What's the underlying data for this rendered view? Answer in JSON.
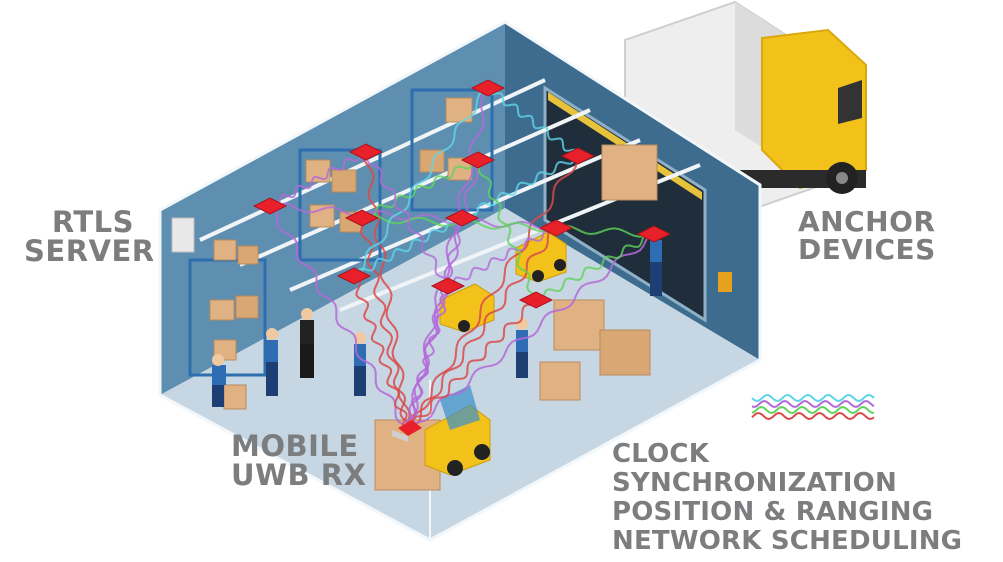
{
  "labels": {
    "rtls_server": [
      "RTLS",
      "SERVER"
    ],
    "anchor_devices": [
      "ANCHOR",
      "DEVICES"
    ],
    "mobile_uwb_rx": [
      "MOBILE",
      "UWB RX"
    ]
  },
  "legend": {
    "items": [
      {
        "text": "CLOCK SYNCHRONIZATION",
        "color": "#5fd6e8"
      },
      {
        "text": "POSITION & RANGING",
        "color": "#b36ad8"
      },
      {
        "text": "NETWORK SCHEDULING",
        "color": "#5fd35a"
      }
    ],
    "extra_wave_color": "#d94a4a"
  },
  "colors": {
    "floor": "#c6d6e2",
    "wall": "#5f8fb0",
    "wall_dark": "#3d6c8f",
    "outline": "#f2f7fb",
    "anchor": "#e8202a",
    "truck_cab": "#f2c21b",
    "truck_box": "#e9e9e9",
    "box": "#e0b283",
    "label_text": "#7b7d7f"
  }
}
